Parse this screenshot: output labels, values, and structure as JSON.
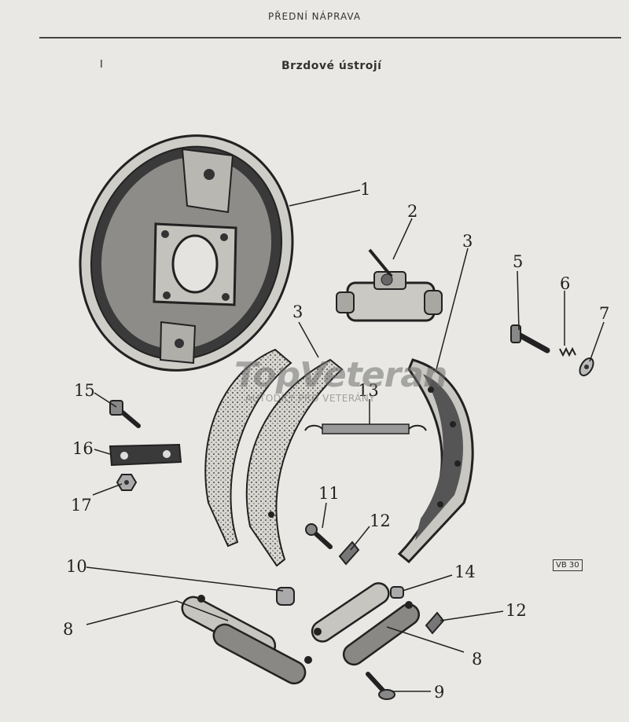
{
  "header": {
    "section": "PŘEDNÍ NÁPRAVA",
    "page_mark": "I",
    "title": "Brzdové ústrojí",
    "figure_code": "VB 30"
  },
  "watermark": {
    "brand": "TopVeteran",
    "tagline": "AUTODÍLY PRO VETERÁNY"
  },
  "callouts": [
    "1",
    "2",
    "3",
    "3",
    "5",
    "6",
    "7",
    "15",
    "13",
    "16",
    "17",
    "11",
    "12",
    "10",
    "14",
    "12",
    "8",
    "8",
    "9"
  ],
  "colors": {
    "paper": "#e9e8e4",
    "ink": "#2a2a2a"
  }
}
